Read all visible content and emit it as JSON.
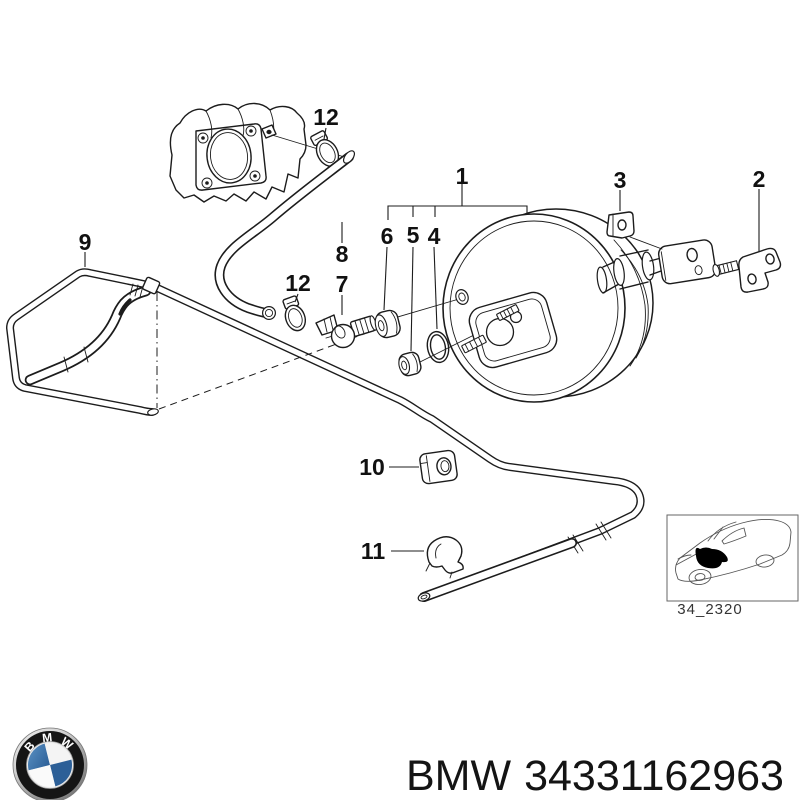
{
  "diagram": {
    "part_labels": [
      {
        "text": "12"
      },
      {
        "text": "1"
      },
      {
        "text": "3"
      },
      {
        "text": "2"
      },
      {
        "text": "9"
      },
      {
        "text": "8"
      },
      {
        "text": "6"
      },
      {
        "text": "5"
      },
      {
        "text": "4"
      },
      {
        "text": "12"
      },
      {
        "text": "7"
      },
      {
        "text": "10"
      },
      {
        "text": "11"
      }
    ],
    "thumbnail": {
      "caption": "34_2320"
    },
    "colors": {
      "line": "#1c1c1c",
      "logo_blue": "#3d7ab5",
      "logo_blue_dark": "#2c5f97"
    }
  },
  "footer": {
    "brand": "BMW",
    "part_number": "34331162963",
    "logo_letters": [
      "B",
      "M",
      "W"
    ]
  }
}
